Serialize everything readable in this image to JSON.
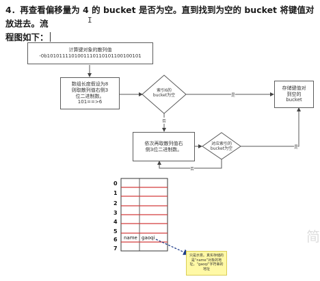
{
  "paragraph": {
    "line1": "4．再查看偏移量为 4 的 bucket 是否为空。直到找到为空的 bucket 将键值对放进去。流",
    "line2": "程图如下："
  },
  "cursor_glyph": "I",
  "flowchart": {
    "hash_box": {
      "line1": "计算键对象的散列值",
      "line2": "-0b1010111101001110110101100100101"
    },
    "index_box": {
      "line1": "数组长度假设为8",
      "line2": "则取散列值右侧3",
      "line3": "位二进制数。",
      "line4": "101==>6"
    },
    "check1": {
      "line1": "索引6的",
      "line2": "bucket为空"
    },
    "store_box": {
      "line1": "存储键值对",
      "line2": "到空的",
      "line3": "bucket"
    },
    "next_box": {
      "line1": "依次再取散列值右",
      "line2": "侧3位二进制数。"
    },
    "check2": {
      "line1": "对应索引的",
      "line2": "bucket为空"
    },
    "labels": {
      "yes1": "是",
      "no1": "否",
      "yes2": "是",
      "no2": "否"
    }
  },
  "table": {
    "rows": [
      "0",
      "1",
      "2",
      "3",
      "4",
      "5",
      "6",
      "7"
    ],
    "filled_row": {
      "index": "6",
      "key": "name",
      "value": "gaoqi"
    }
  },
  "note": {
    "text": "只是示意。真实存储的是“name”对象的地址，“gaoqi”字符串的地址"
  },
  "watermark": "简"
}
